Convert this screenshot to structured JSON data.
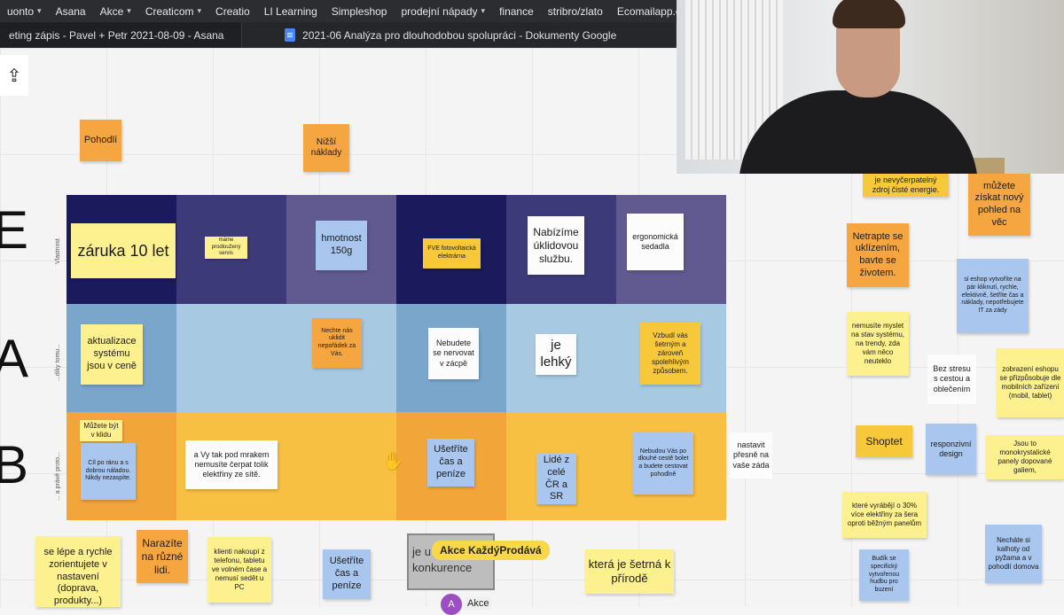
{
  "bookmarks": [
    "uonto",
    "Asana",
    "Akce",
    "Creaticom",
    "Creatio",
    "LI Learning",
    "Simpleshop",
    "prodejní nápady",
    "finance",
    "stribro/zlato",
    "Ecomailapp.cz"
  ],
  "bookmark_dropdowns": [
    "uonto",
    "Akce",
    "Creaticom",
    "prodejní nápady"
  ],
  "tabs": {
    "tab1": "eting zápis - Pavel + Petr 2021-08-09 - Asana",
    "tab2": "2021-06 Analýza pro dlouhodobou spolupráci - Dokumenty Google"
  },
  "big_letters": [
    "E",
    "A",
    "B"
  ],
  "row_labels": [
    "Vlastnost",
    "...díky tomu...",
    "... a právě proto..."
  ],
  "notes": {
    "pohodli": "Pohodlí",
    "nizsi": "Nižší náklady",
    "zaruka": "záruka 10 let",
    "mame": "máme prodloužený servis",
    "hmotnost": "hmotnost 150g",
    "fve": "FVE fotovoltaická elektrárna",
    "uklid": "Nabízíme úklidovou službu.",
    "ergo": "ergonomická sedadla",
    "aktualizace": "aktualizace systému jsou v ceně",
    "nechte": "Nechte nás uklidit nepořádek za Vás.",
    "nebudete": "Nebudete se nervovat v zácpě",
    "lehky": "je lehký",
    "vzbudi": "Vzbudí vás šetrným a zároveň spolehlivým způsobem.",
    "mozete": "Můžete být v klidu",
    "cil": "Cíl po ránu a s dobrou náladou. Nikdy nezaspíte.",
    "vytak": "a Vy tak pod mrakem nemusíte čerpat tolik elektřiny ze sítě.",
    "usetrite1": "Ušetříte čas a peníze",
    "lide": "Lidé z celé ČR a SR",
    "nebudou": "Nebudou Vás po dlouhé cestě bolet a budete cestovat pohodlně",
    "nastavit": "nastavit přesně na vaše záda",
    "zdroj": "je nevyčerpatelný zdroj čisté energie.",
    "ziskat": "můžete získat nový pohled na věc",
    "netrapte": "Netrapte se uklízením, bavte se životem.",
    "eshop": "si eshop vytvoříte na pár kliknutí, rychle, efektivně, šetříte čas a náklady, nepotřebujete IT za zády",
    "nemusite": "nemusíte myslet na stav systému, na trendy, zda vám něco neuteklo",
    "stres": "Bez stresu s cestou a oblečením",
    "zobrazeni": "zobrazení eshopu se přizpůsobuje dle mobilních zařízení (mobil, tablet)",
    "shoptet": "Shoptet",
    "responzivni": "responzivní design",
    "mono": "Jsou to monokrystalické panely dopované galiem,",
    "vyrabi": "které vyrábějí o 30% více elektřiny za šera oproti běžným panelům",
    "budik": "Budík se specifický vytvořenou hudbu pro buzení",
    "kalhoty": "Necháte si kalhoty od pyžama a v pohodlí domova",
    "lepe": "se lépe a rychle zorientujete v nastavení (doprava, produkty...)",
    "narazite": "Narazíte na různé lidi.",
    "klienti": "klienti nakoupí z telefonu, tabletu ve volném čase a nemusí sedět u PC",
    "usetrite2": "Ušetříte čas a peníze",
    "setrna": "která je šetrná k přírodě"
  },
  "frame_text": "je u konkurence",
  "cursor_label": "Akce KaždýProdává",
  "avatar_initial": "A",
  "avatar_name": "Akce",
  "colors": {
    "row1_dark": "#1a1a5c",
    "row1_mid": "#3c3a78",
    "row1_light": "#605a90",
    "row2_dark": "#7aa6cc",
    "row2_light": "#a8c9e2",
    "row3_dark": "#f2a63a",
    "row3_light": "#f7c042"
  }
}
